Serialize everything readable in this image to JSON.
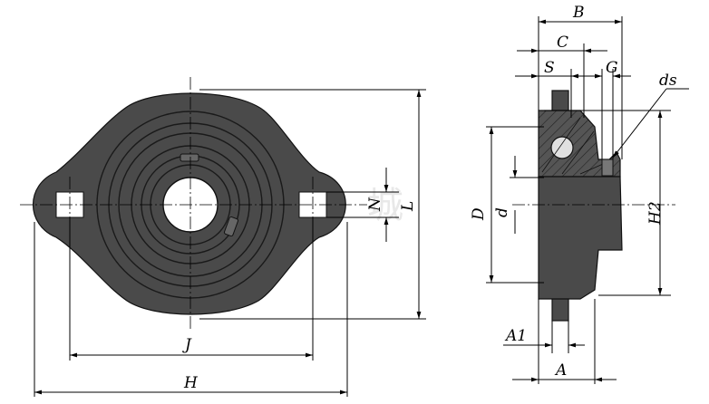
{
  "watermark": "城",
  "labels": {
    "B": "B",
    "C": "C",
    "S": "S",
    "G": "G",
    "ds": "ds",
    "N": "N",
    "L": "L",
    "D": "D",
    "d": "d",
    "H2": "H2",
    "J": "J",
    "H": "H",
    "A1": "A1",
    "A": "A"
  }
}
